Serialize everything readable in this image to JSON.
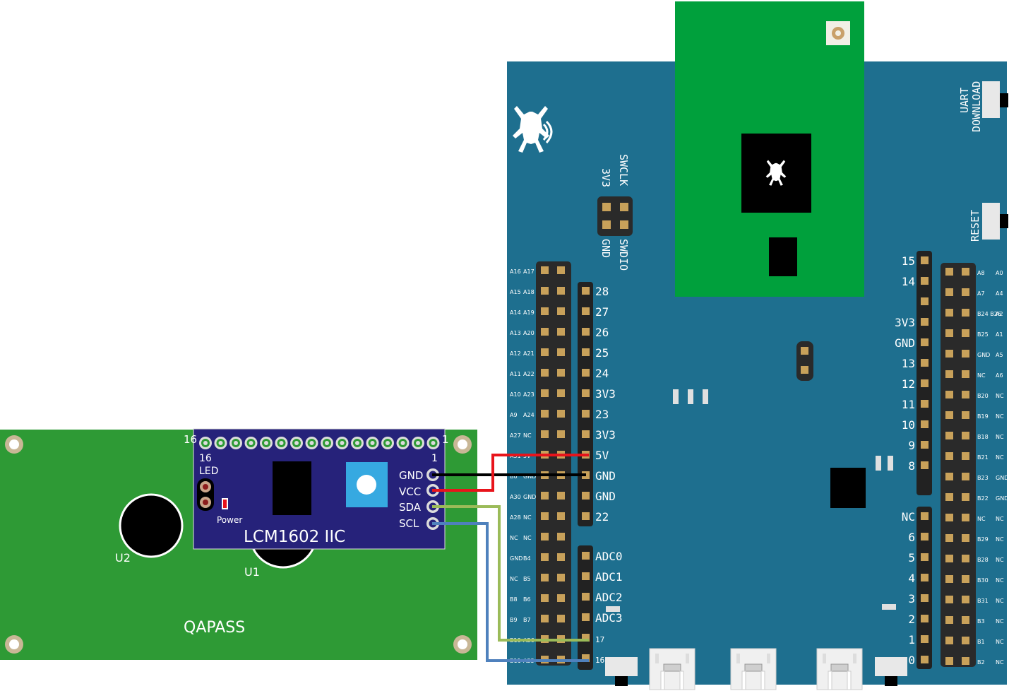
{
  "lcd": {
    "name": "QAPASS",
    "u1": "U1",
    "u2": "U2"
  },
  "i2c_module": {
    "title": "LCM1602 IIC",
    "pin16": "16",
    "pin1": "1",
    "led": "LED",
    "power": "Power",
    "pins": [
      "GND",
      "VCC",
      "SDA",
      "SCL"
    ]
  },
  "board": {
    "uart_line1": "UART",
    "uart_line2": "DOWNLOAD",
    "reset": "RESET",
    "top_header_labels": [
      "3V3",
      "SWCLK"
    ],
    "bottom_header_labels": [
      "GND",
      "SWDIO"
    ],
    "left_inner_labels": [
      "28",
      "27",
      "26",
      "25",
      "24",
      "3V3",
      "23",
      "3V3",
      "5V",
      "GND",
      "GND",
      "22"
    ],
    "left_adc_labels": [
      "ADC0",
      "ADC1",
      "ADC2",
      "ADC3",
      "17",
      "16"
    ],
    "left_outer_labels": [
      [
        "A16",
        "A17"
      ],
      [
        "A15",
        "A18"
      ],
      [
        "A14",
        "A19"
      ],
      [
        "A13",
        "A20"
      ],
      [
        "A12",
        "A21"
      ],
      [
        "A11",
        "A22"
      ],
      [
        "A10",
        "A23"
      ],
      [
        "A9",
        "A24"
      ],
      [
        "A27",
        "NC"
      ],
      [
        "A31",
        "5V"
      ],
      [
        "B0",
        "GND"
      ],
      [
        "A30",
        "GND"
      ],
      [
        "A28",
        "NC"
      ],
      [
        "NC",
        "NC"
      ],
      [
        "GND",
        "B4"
      ],
      [
        "NC",
        "B5"
      ],
      [
        "B8",
        "B6"
      ],
      [
        "B9",
        "B7"
      ],
      [
        "B10",
        "A26"
      ],
      [
        "B11",
        "A25"
      ]
    ],
    "right_inner_labels": [
      "15",
      "14",
      "",
      "3V3",
      "GND",
      "13",
      "12",
      "11",
      "10",
      "9",
      "8"
    ],
    "right_inner_labels_2": [
      "NC",
      "6",
      "5",
      "4",
      "3",
      "2",
      "1",
      "0"
    ],
    "right_outer_labels": [
      [
        "A8",
        "A0"
      ],
      [
        "A7",
        "A4"
      ],
      [
        "B24 B26",
        "A2"
      ],
      [
        "B25",
        "A1"
      ],
      [
        "GND",
        "A5"
      ],
      [
        "NC",
        "A6"
      ],
      [
        "B20",
        "NC"
      ],
      [
        "B19",
        "NC"
      ],
      [
        "B18",
        "NC"
      ],
      [
        "B21",
        "NC"
      ],
      [
        "B23",
        "GND"
      ],
      [
        "B22",
        "GND"
      ],
      [
        "NC",
        "NC"
      ],
      [
        "B29",
        "NC"
      ],
      [
        "B28",
        "NC"
      ],
      [
        "B30",
        "NC"
      ],
      [
        "B31",
        "NC"
      ],
      [
        "B3",
        "NC"
      ],
      [
        "B1",
        "NC"
      ],
      [
        "B2",
        "NC"
      ]
    ]
  },
  "wires": [
    {
      "from": "GND",
      "to": "GND",
      "color": "#000000"
    },
    {
      "from": "VCC",
      "to": "5V",
      "color": "#e8141b"
    },
    {
      "from": "SDA",
      "to": "17",
      "color": "#9bbb59"
    },
    {
      "from": "SCL",
      "to": "16",
      "color": "#4f81bd"
    }
  ],
  "colors": {
    "lcd_green": "#2e9a35",
    "module_blue": "#26227a",
    "board_blue": "#1e6f8f",
    "wifi_green": "#00a03c"
  }
}
